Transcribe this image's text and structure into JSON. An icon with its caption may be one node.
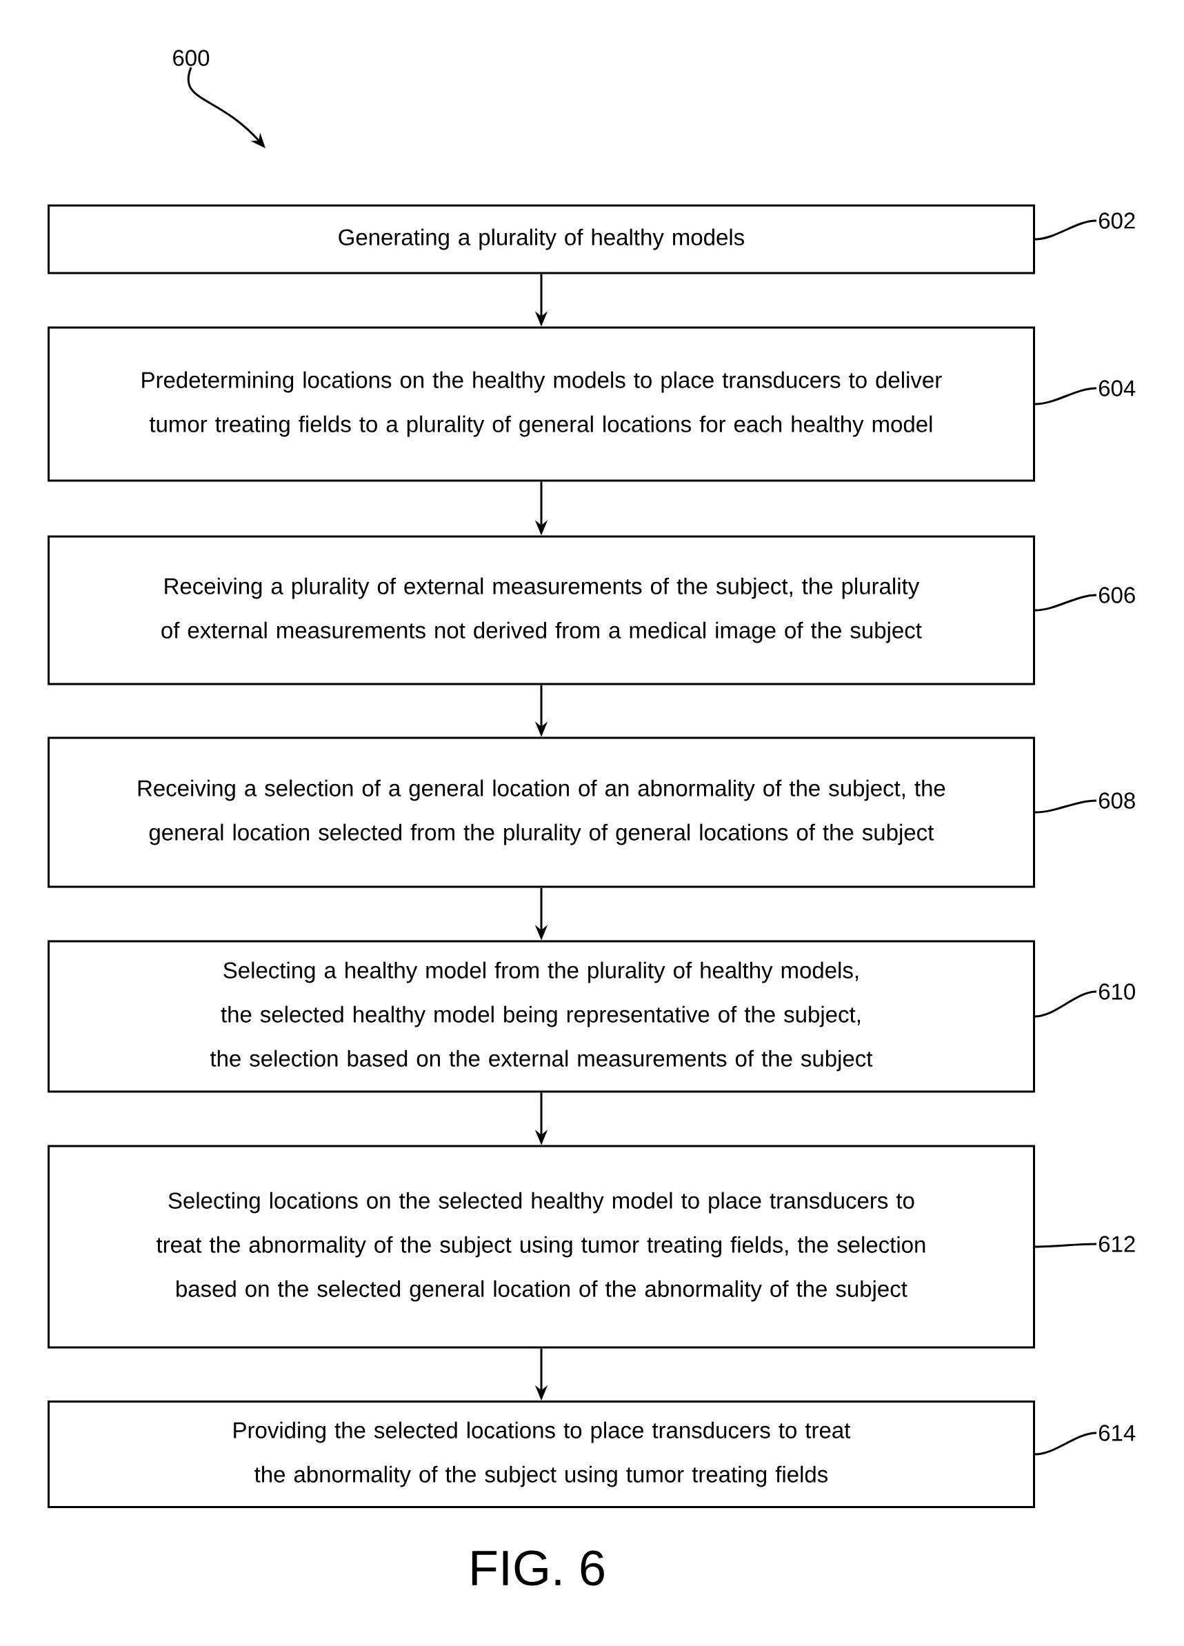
{
  "diagram": {
    "nodes": [
      {
        "text": [
          "Generating a plurality of healthy models"
        ]
      },
      {
        "text": [
          "Predetermining locations on the healthy models to place transducers to deliver tumor treating fields to a plurality of general locations for each healthy model"
        ]
      },
      {
        "text": [
          "Receiving a plurality of external measurements of the subject, the plurality of external measurements not derived from a medical image of the subject"
        ]
      },
      {
        "text": [
          "Receiving a selection of a general location of an abnormality of the subject, the general location selected from the plurality of general locations of the subject"
        ]
      },
      {
        "text": [
          "Selecting a healthy model from the plurality of healthy models, the selected healthy model being representative of the subject, the selection based on the external measurements of the subject"
        ]
      },
      {
        "text": [
          "Selecting locations on the selected healthy model to place transducers to treat the abnormality of the subject using tumor treating fields, the selection based on the selected general location of the abnormality of the subject"
        ]
      },
      {
        "text": [
          "Providing the selected locations to place transducers to treat the abnormality of the subject using tumor treating fields"
        ]
      },
      {
        "text": [
          "602"
        ]
      },
      {
        "text": [
          "604"
        ]
      },
      {
        "text": [
          "606"
        ]
      },
      {
        "text": [
          "608"
        ]
      },
      {
        "text": [
          "610"
        ]
      },
      {
        "text": [
          "612"
        ]
      },
      {
        "text": [
          "614"
        ]
      },
      {
        "text": [
          "600"
        ]
      }
    ],
    "edges": [
      {
        "from": 0,
        "to": 1,
        "arrow": "to"
      },
      {
        "from": 1,
        "to": 2,
        "arrow": "to"
      },
      {
        "from": 2,
        "to": 3,
        "arrow": "to"
      },
      {
        "from": 3,
        "to": 4,
        "arrow": "to"
      },
      {
        "from": 4,
        "to": 5,
        "arrow": "to"
      },
      {
        "from": 5,
        "to": 6,
        "arrow": "to"
      },
      {
        "from": 7,
        "to": 0,
        "arrow": "none"
      },
      {
        "from": 8,
        "to": 1,
        "arrow": "none"
      },
      {
        "from": 9,
        "to": 2,
        "arrow": "none"
      },
      {
        "from": 10,
        "to": 3,
        "arrow": "none"
      },
      {
        "from": 11,
        "to": 4,
        "arrow": "none"
      },
      {
        "from": 12,
        "to": 5,
        "arrow": "none"
      },
      {
        "from": 13,
        "to": 6,
        "arrow": "none"
      },
      {
        "from": 14,
        "to": null,
        "arrow": "to"
      }
    ],
    "labels": [
      "FIG. 6"
    ]
  }
}
